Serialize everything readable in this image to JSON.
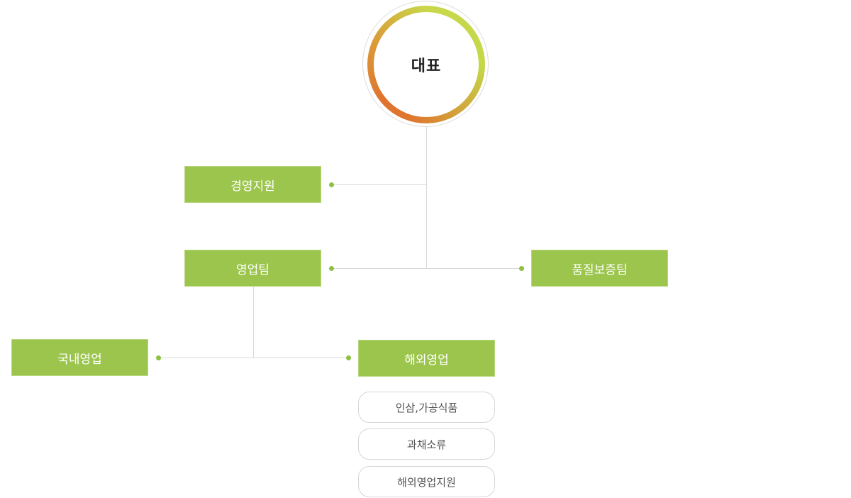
{
  "ceo": {
    "label": "대표"
  },
  "departments": {
    "management_support": "경영지원",
    "sales_team": "영업팀",
    "quality_assurance": "품질보증팀",
    "domestic_sales": "국내영업",
    "overseas_sales": "해외영업"
  },
  "overseas_sub_items": [
    "인삼,가공식품",
    "과채소류",
    "해외영업지원"
  ],
  "colors": {
    "box_fill": "#9bc54c",
    "connector_dot": "#8dc13f",
    "line": "#d9d9d9",
    "ring_start": "#c8d84a",
    "ring_end": "#e0722e"
  }
}
